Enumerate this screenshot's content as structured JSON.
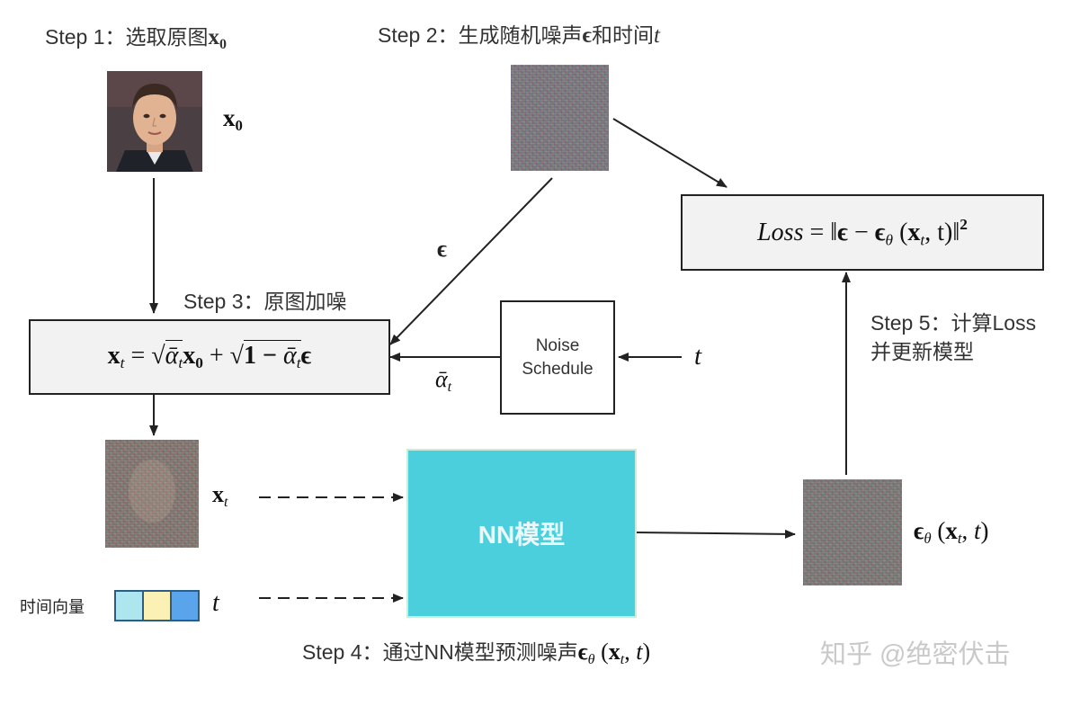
{
  "steps": {
    "step1": "Step 1：选取原图",
    "step2": "Step 2：生成随机噪声",
    "step2_and": "和时间",
    "step3": "Step 3：原图加噪",
    "step4": "Step 4：通过NN模型预测噪声",
    "step5_line1": "Step 5：计算Loss",
    "step5_line2": "并更新模型"
  },
  "labels": {
    "x0": "x",
    "x0_sub": "0",
    "xt": "x",
    "xt_sub": "t",
    "epsilon": "ϵ",
    "t": "t",
    "alpha_bar_t": "ᾱ",
    "alpha_sub": "t",
    "eps_theta": "ϵ",
    "eps_theta_sub": "θ",
    "time_vector": "时间向量"
  },
  "formulas": {
    "forward": {
      "lhs": "x",
      "lhs_sub": "t",
      "eq": " = ",
      "alpha": "ᾱ",
      "alpha_sub": "t",
      "x0": "x",
      "x0_sub": "0",
      "plus": " + ",
      "one_minus": "1 − ",
      "eps": "ϵ"
    },
    "loss": {
      "name": "Loss",
      "eq": " = ‖",
      "eps": "ϵ",
      "minus": " − ",
      "eps2": "ϵ",
      "theta": "θ",
      "args_open": " (",
      "x": "x",
      "x_sub": "t",
      "comma_t": ", t)",
      "close": "‖",
      "power": "2"
    }
  },
  "boxes": {
    "noise_schedule_line1": "Noise",
    "noise_schedule_line2": "Schedule",
    "nn_model": "NN模型"
  },
  "watermark": "知乎 @绝密伏击",
  "colors": {
    "nn_box": "#4ccfdd",
    "time_vector": [
      "#aee6f0",
      "#fbf1b5",
      "#5aa4ec"
    ],
    "formula_box": "#f2f2f2",
    "arrow": "#222222"
  }
}
